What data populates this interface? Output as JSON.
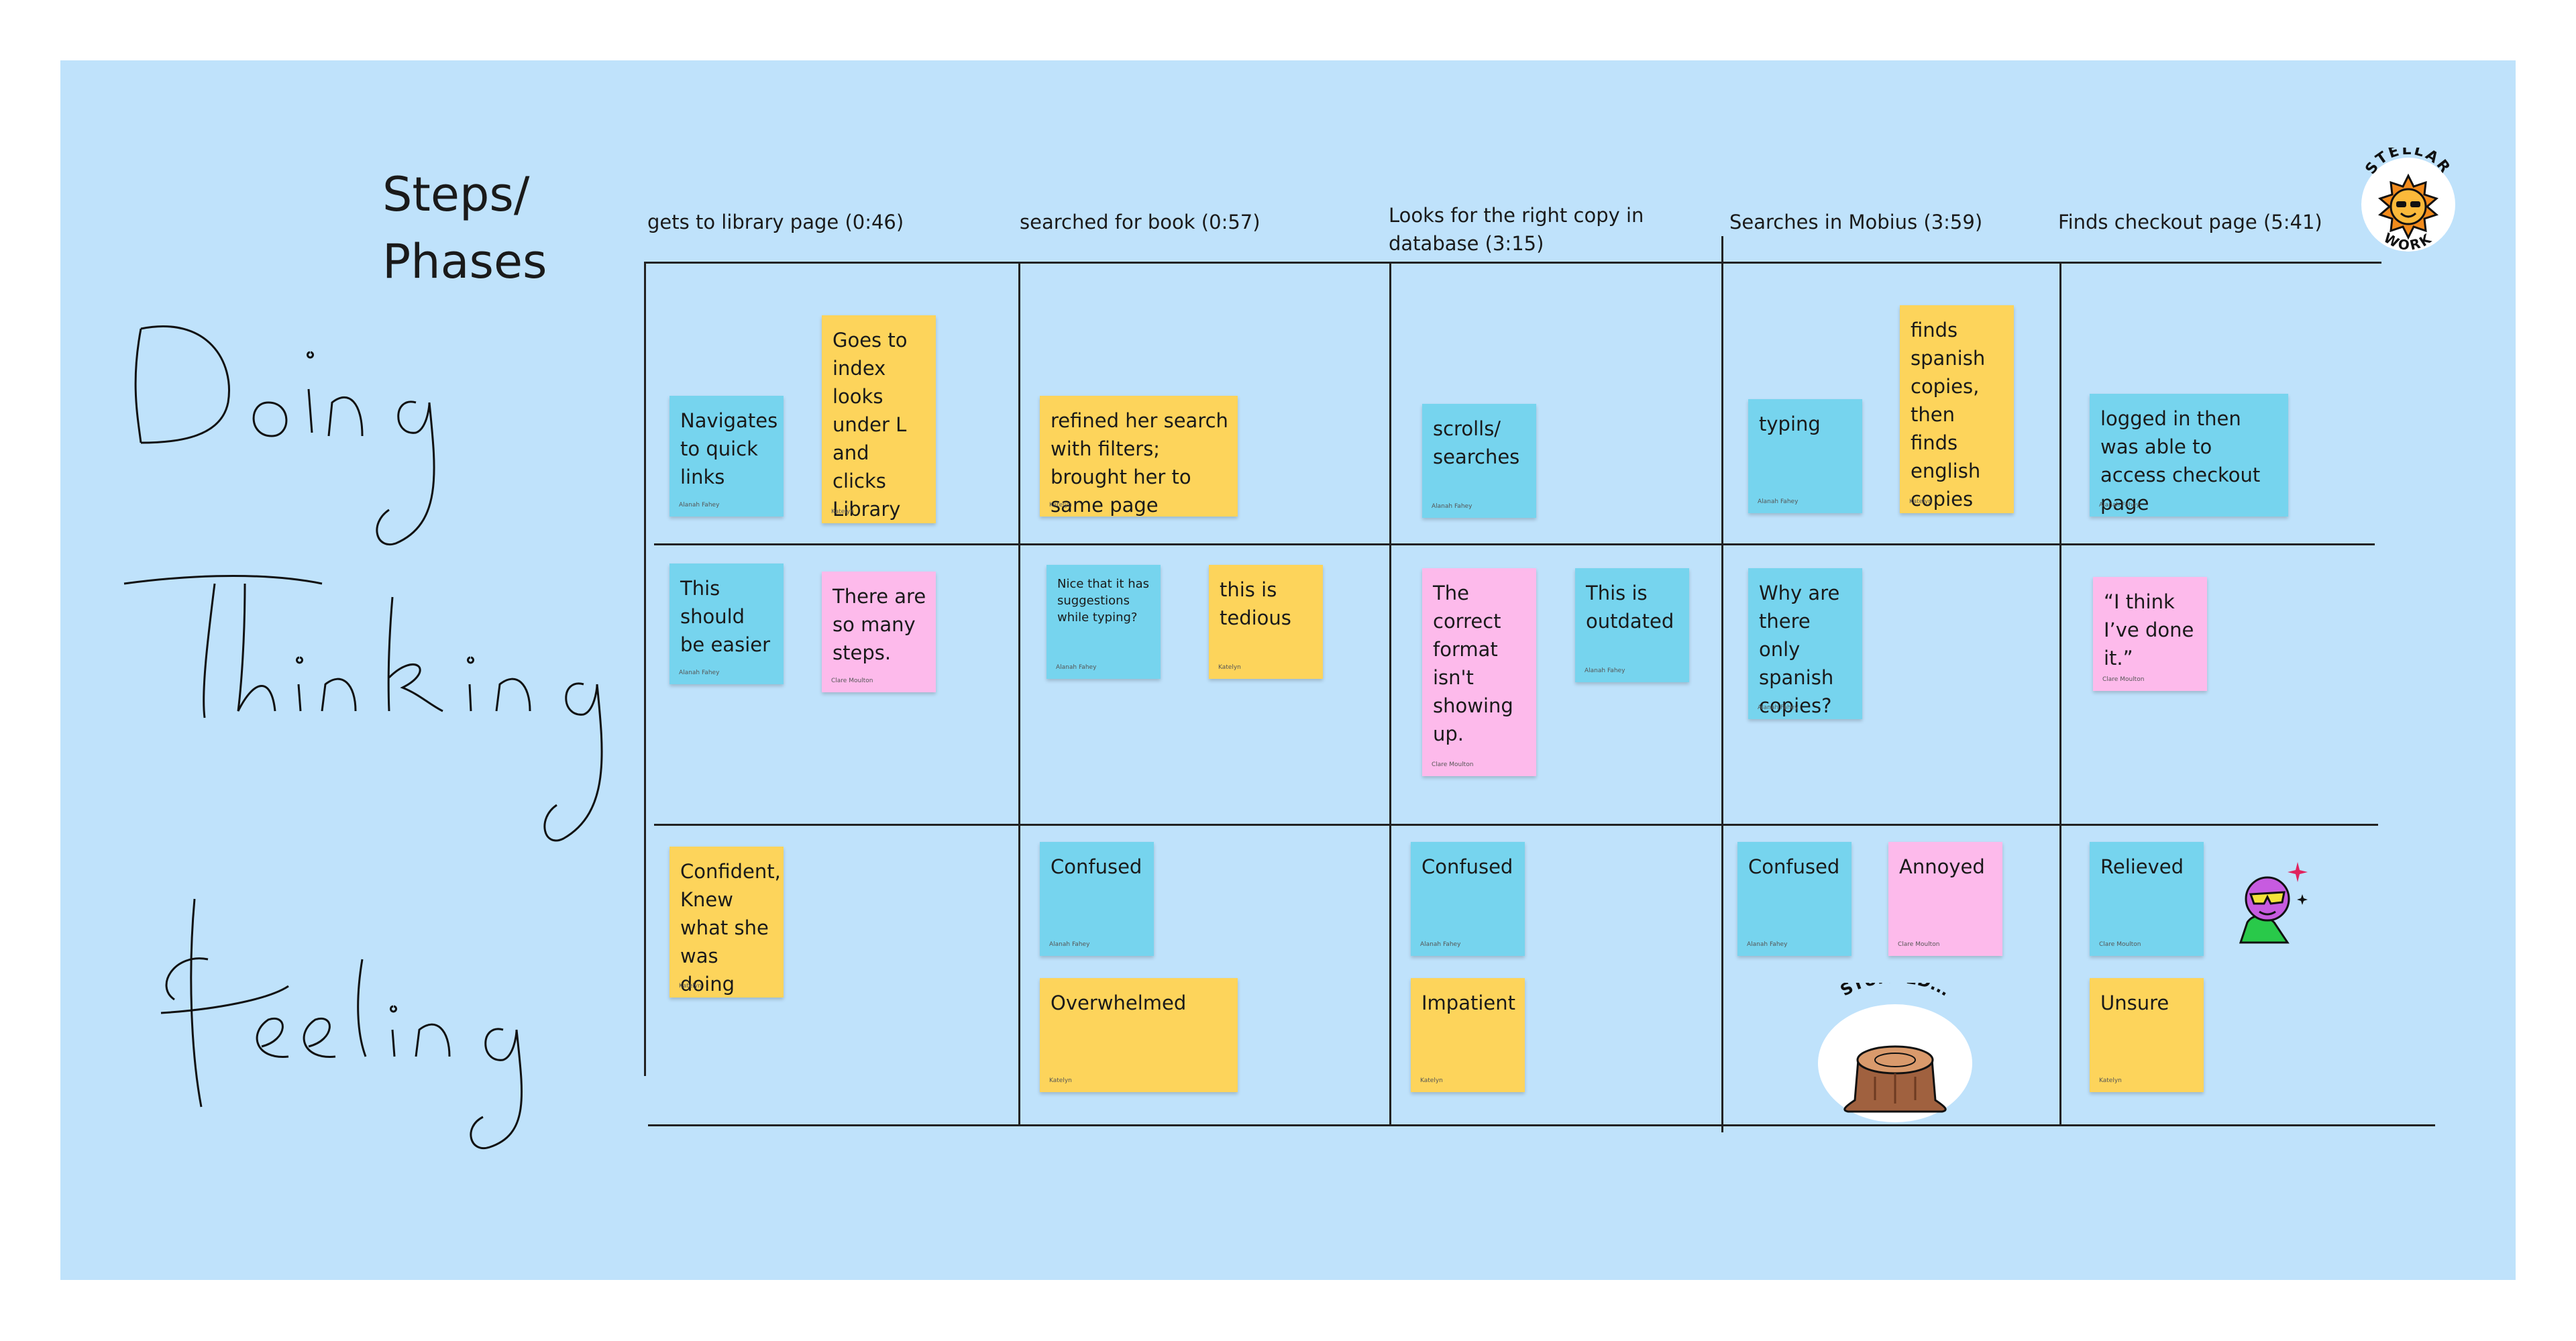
{
  "board": {
    "title": "Steps/\nPhases",
    "rows": [
      "Doing",
      "Thinking",
      "feeling"
    ],
    "columns": [
      "gets to library page (0:46)",
      "searched for book (0:57)",
      "Looks for the right copy in database (3:15)",
      "Searches in Mobius (3:59)",
      "Finds checkout page (5:41)"
    ]
  },
  "notes": {
    "n1": {
      "text": "Navigates to quick links",
      "author": "Alanah Fahey"
    },
    "n2": {
      "text": "Goes to index looks under L and clicks Library",
      "author": "Katelyn"
    },
    "n3": {
      "text": "refined her search with filters; brought her to same page",
      "author": "Katelyn"
    },
    "n4": {
      "text": "scrolls/ searches",
      "author": "Alanah Fahey"
    },
    "n5": {
      "text": "typing",
      "author": "Alanah Fahey"
    },
    "n6": {
      "text": "finds spanish copies, then finds english copies",
      "author": "Katelyn"
    },
    "n7": {
      "text": "logged in then was able to access checkout page",
      "author": "Alanah Fahey"
    },
    "n8": {
      "text": "This should be easier",
      "author": "Alanah Fahey"
    },
    "n9": {
      "text": "There are so many steps.",
      "author": "Clare Moulton"
    },
    "n10": {
      "text": "Nice that it has suggestions while typing?",
      "author": "Alanah Fahey"
    },
    "n11": {
      "text": "this is tedious",
      "author": "Katelyn"
    },
    "n12": {
      "text": "The correct format isn't showing up.",
      "author": "Clare Moulton"
    },
    "n13": {
      "text": "This is outdated",
      "author": "Alanah Fahey"
    },
    "n14": {
      "text": "Why are there only spanish copies?",
      "author": "Alanah Fahey"
    },
    "n15": {
      "text": "“I think I’ve done it.”",
      "author": "Clare Moulton"
    },
    "n16": {
      "text": "Confident, Knew what she was doing",
      "author": "Katelyn"
    },
    "n17": {
      "text": "Confused",
      "author": "Alanah Fahey"
    },
    "n18": {
      "text": "Overwhelmed",
      "author": "Katelyn"
    },
    "n19": {
      "text": "Confused",
      "author": "Alanah Fahey"
    },
    "n20": {
      "text": "Impatient",
      "author": "Katelyn"
    },
    "n21": {
      "text": "Confused",
      "author": "Alanah Fahey"
    },
    "n22": {
      "text": "Annoyed",
      "author": "Clare Moulton"
    },
    "n23": {
      "text": "Relieved",
      "author": "Clare Moulton"
    },
    "n24": {
      "text": "Unsure",
      "author": "Katelyn"
    }
  },
  "stickers": {
    "stellar_top": "STELLAR",
    "stellar_bottom": "WORK",
    "stumped": "STUMPED..."
  },
  "colors": {
    "board": "#bfe2fb",
    "blue_note": "#76d4ee",
    "yellow_note": "#fdd45b",
    "pink_note": "#fdbaeb"
  },
  "icons": [
    "sun-sticker-icon",
    "tree-stump-sticker-icon",
    "cool-face-sticker-icon"
  ]
}
